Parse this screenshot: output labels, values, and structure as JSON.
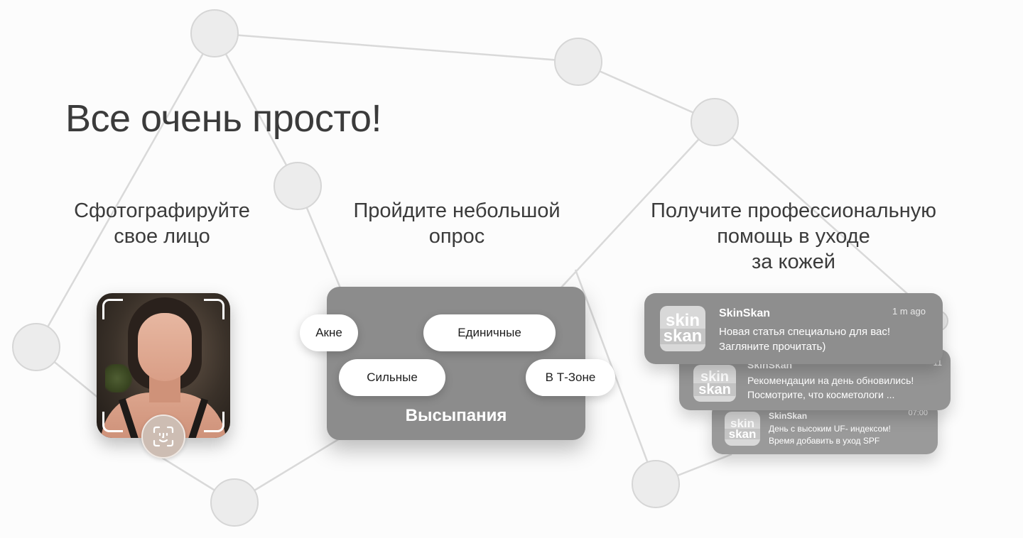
{
  "headline": "Все очень просто!",
  "steps": [
    {
      "title": "Сфотографируйте\nсвое лицо"
    },
    {
      "title": "Пройдите небольшой\nопрос"
    },
    {
      "title": "Получите профессиональную\nпомощь в уходе\nза кожей"
    }
  ],
  "photo": {
    "faceid_icon": "face-id-icon"
  },
  "survey": {
    "chips": [
      "Акне",
      "Единичные",
      "Сильные",
      "В Т-Зоне"
    ],
    "label": "Высыпания"
  },
  "notifications": [
    {
      "app": "SkinSkan",
      "time": "1 m ago",
      "text": "Новая статья специально для вас!\nЗагляните прочитать)",
      "icon_top": "skin",
      "icon_bottom": "skan"
    },
    {
      "app": "SkinSkan",
      "time": "11",
      "text": "Рекомендации на день обновились!\nПосмотрите, что косметологи ...",
      "icon_top": "skin",
      "icon_bottom": "skan"
    },
    {
      "app": "SkinSkan",
      "time": "07:00",
      "text": "День с высоким UF- индексом!\nВремя добавить в уход SPF",
      "icon_top": "skin",
      "icon_bottom": "skan"
    }
  ],
  "colors": {
    "background": "#fcfcfc",
    "card": "#8c8c8c",
    "node": "#ececec",
    "edge": "#d9d9d9"
  }
}
